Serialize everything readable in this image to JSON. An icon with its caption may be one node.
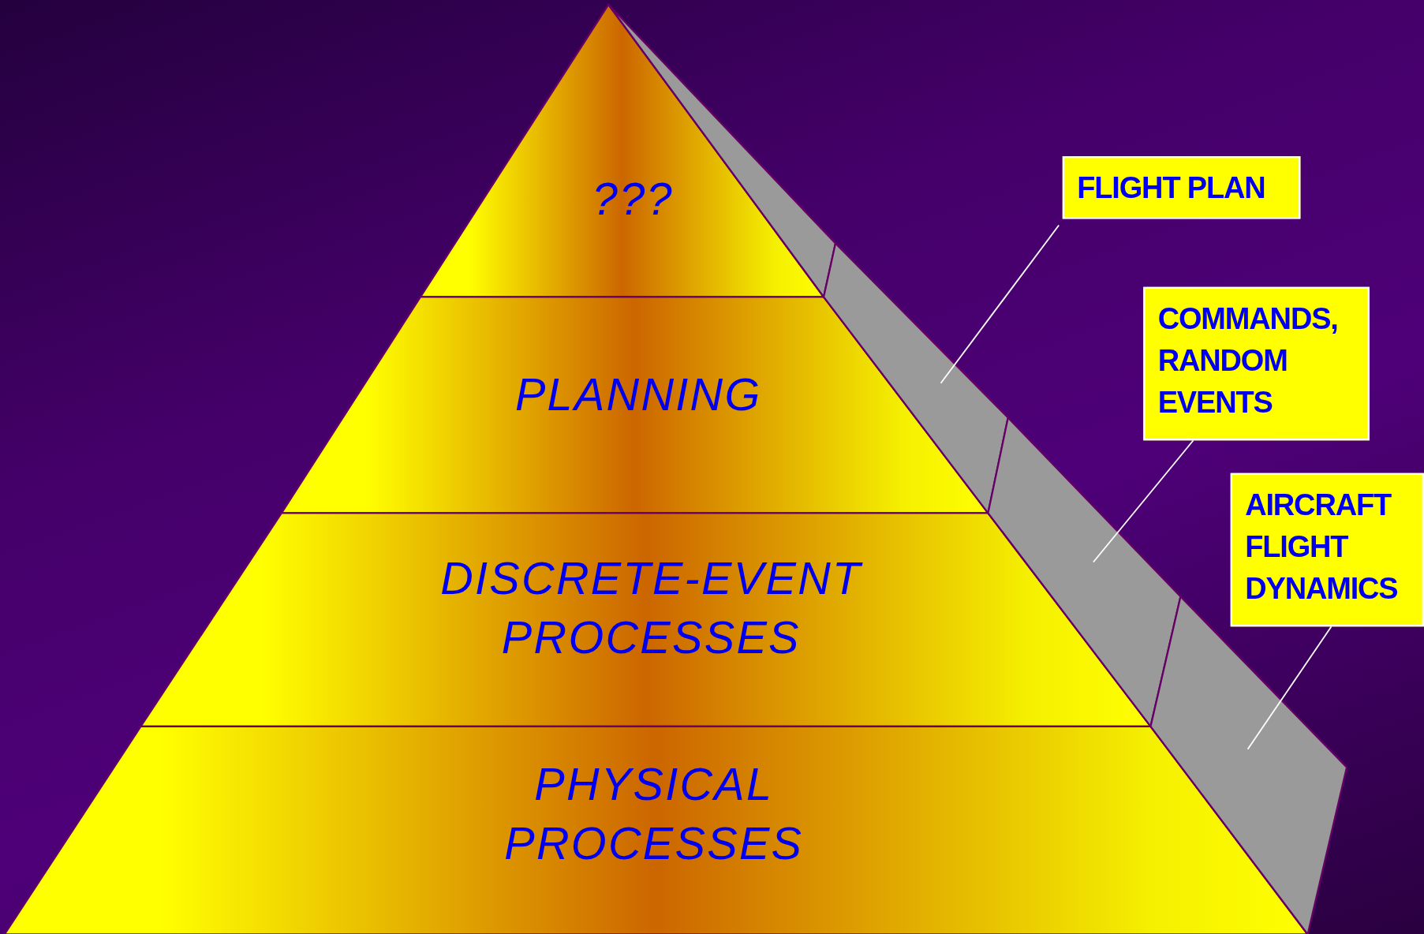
{
  "diagram": {
    "nodes": [
      {
        "text": [
          "???"
        ]
      },
      {
        "text": [
          "PLANNING"
        ]
      },
      {
        "text": [
          "DISCRETE-EVENT PROCESSES"
        ]
      },
      {
        "text": [
          "PHYSICAL PROCESSES"
        ]
      },
      {
        "text": [],
        "shape": "box"
      },
      {
        "text": [],
        "shape": "box"
      },
      {
        "text": [],
        "shape": "box"
      },
      {
        "text": [],
        "shape": "box"
      },
      {
        "text": [
          "FLIGHT PLAN"
        ]
      },
      {
        "text": [
          "COMMANDS, RANDOM EVENTS"
        ]
      },
      {
        "text": [
          "AIRCRAFT FLIGHT DYNAMICS"
        ]
      }
    ],
    "edges": [
      {
        "from": 8,
        "to": 5,
        "arrow": "none"
      },
      {
        "from": 9,
        "to": 6,
        "arrow": "none"
      },
      {
        "from": 10,
        "to": 7,
        "arrow": "none"
      }
    ]
  }
}
